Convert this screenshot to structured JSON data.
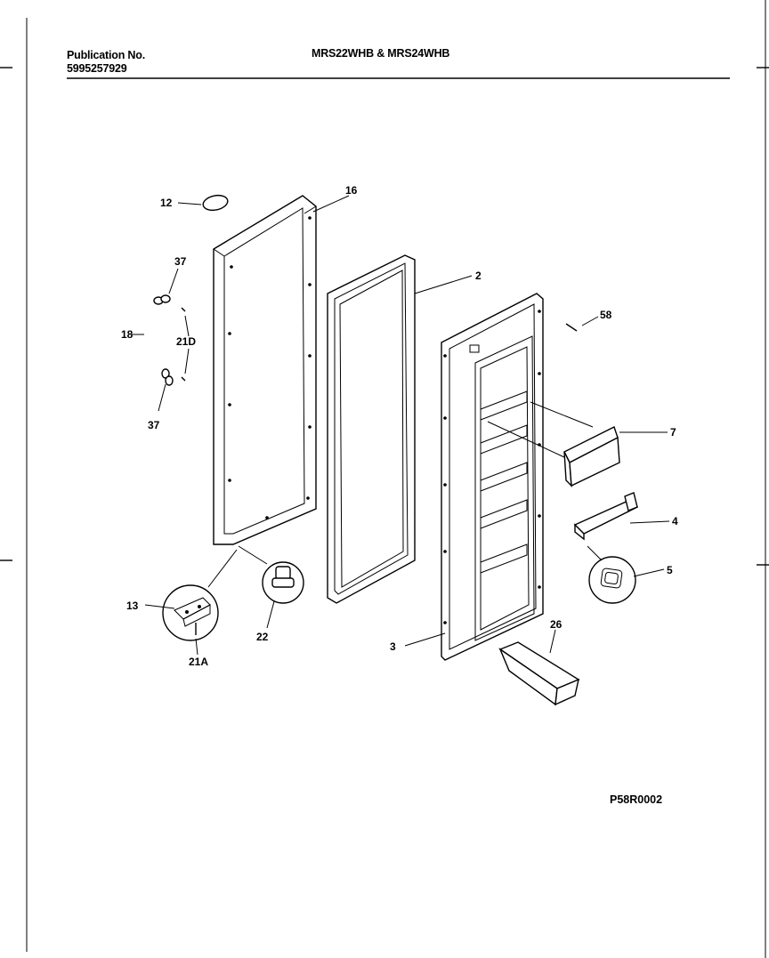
{
  "header": {
    "publication_label": "Publication No.",
    "publication_number": "5995257929",
    "models": "MRS22WHB & MRS24WHB"
  },
  "footer": {
    "page_code": "P58R0002"
  },
  "callouts": {
    "c12": "12",
    "c16": "16",
    "c37a": "37",
    "c18": "18",
    "c21d": "21D",
    "c37b": "37",
    "c2": "2",
    "c58": "58",
    "c7": "7",
    "c4": "4",
    "c5": "5",
    "c13": "13",
    "c22": "22",
    "c21a": "21A",
    "c3": "3",
    "c26": "26"
  }
}
